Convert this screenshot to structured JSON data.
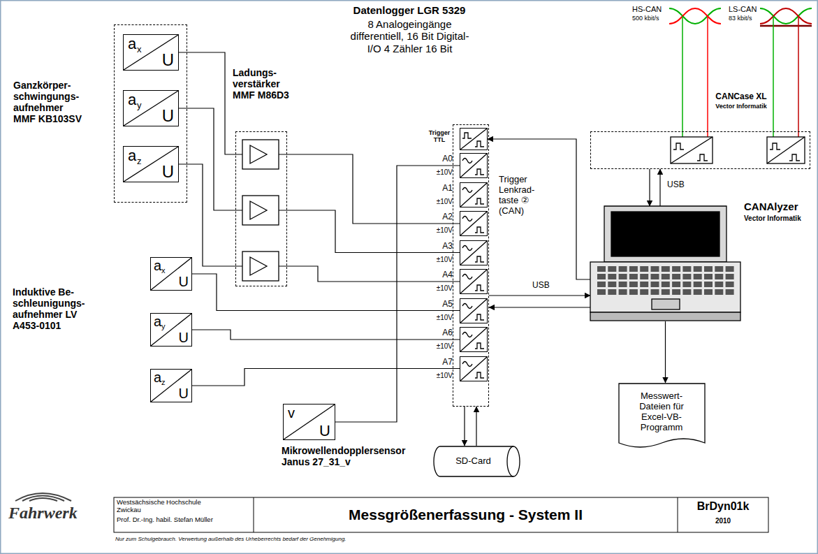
{
  "diagram": {
    "title": "Messgrößenerfassung - System II",
    "nodes": [
      {
        "text": [
          "Ganzkörper- schwingungs- aufnehmer MMF KB103SV"
        ]
      },
      {
        "text": [
          "a",
          "x",
          "U"
        ],
        "in": 0
      },
      {
        "text": [
          "a",
          "y",
          "U"
        ],
        "in": 0
      },
      {
        "text": [
          "a",
          "z",
          "U"
        ],
        "in": 0
      },
      {
        "text": [
          "Ladungs- verstärker MMF M86D3"
        ]
      },
      {
        "text": [
          "Datenlogger LGR 5329",
          "8 Analogeingänge differentiell, 16 Bit Digital-I/O 4 Zähler 16 Bit"
        ]
      },
      {
        "text": [
          "Trigger TTL"
        ],
        "in": 5
      },
      {
        "text": [
          "A0",
          "±10V"
        ],
        "in": 5
      },
      {
        "text": [
          "A1",
          "±10V"
        ],
        "in": 5
      },
      {
        "text": [
          "A2",
          "±10V"
        ],
        "in": 5
      },
      {
        "text": [
          "A3",
          "±10V"
        ],
        "in": 5
      },
      {
        "text": [
          "A4",
          "±10V"
        ],
        "in": 5
      },
      {
        "text": [
          "A5",
          "±10V"
        ],
        "in": 5
      },
      {
        "text": [
          "A6",
          "±10V"
        ],
        "in": 5
      },
      {
        "text": [
          "A7",
          "±10V"
        ],
        "in": 5
      },
      {
        "text": [
          "CANCase XL",
          "Vector Informatik"
        ]
      },
      {
        "text": [
          "CANAlyzer",
          "Vector Informatik"
        ]
      },
      {
        "text": [
          "a",
          "x",
          "U"
        ]
      },
      {
        "text": [
          "a",
          "y",
          "U"
        ]
      },
      {
        "text": [
          "a",
          "z",
          "U"
        ]
      },
      {
        "text": [
          "v",
          "U",
          "Mikrowellendopplersensor Janus 27_31_v"
        ]
      },
      {
        "text": [
          "SD-Card"
        ]
      },
      {
        "text": [
          "Messwert- Dateien für Excel-VB- Programm"
        ]
      }
    ],
    "edges": [
      {
        "from": 1,
        "to": 9,
        "arrow": "none"
      },
      {
        "from": 2,
        "to": 10,
        "arrow": "none"
      },
      {
        "from": 3,
        "to": 11,
        "arrow": "none"
      },
      {
        "from": 20,
        "to": 7,
        "arrow": "none"
      },
      {
        "from": 17,
        "to": 12,
        "arrow": "none"
      },
      {
        "from": 18,
        "to": 13,
        "arrow": "none"
      },
      {
        "from": 19,
        "to": 14,
        "arrow": "none"
      },
      {
        "from": 16,
        "to": 6,
        "label": "Trigger Lenkrad- taste ② (CAN)",
        "arrow": "to"
      },
      {
        "from": 15,
        "to": 16,
        "label": "USB",
        "arrow": "both"
      },
      {
        "from": 5,
        "to": 16,
        "label": "USB",
        "arrow": "both"
      },
      {
        "from": 5,
        "to": 21,
        "arrow": "both"
      },
      {
        "from": 16,
        "to": 22,
        "arrow": "to"
      }
    ],
    "labels": [
      "Induktive Be- schleunigungs- aufnehmer LV A453-0101",
      "HS-CAN",
      "500 kbit/s",
      "LS-CAN",
      "83 kbit/s",
      "Fahrwerk",
      "Westsächsische Hochschule Zwickau",
      "Prof. Dr.-Ing. habil. Stefan Müller",
      "BrDyn01k",
      "2010",
      "Nur zum Schulgebrauch. Verwertung außerhalb des Urheberrechts bedarf der Genehmigung."
    ]
  }
}
